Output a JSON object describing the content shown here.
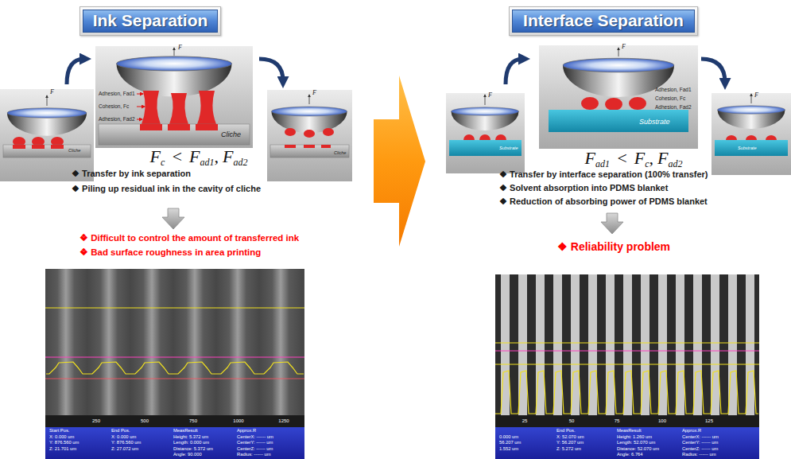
{
  "diagram": {
    "nodes": [
      {
        "text": [
          "Ink Separation"
        ]
      },
      {
        "text": [
          "Interface Separation"
        ]
      }
    ],
    "labels": [
      "F",
      "Cliche",
      "F",
      "Adhesion, Fad1",
      "Cohesion, Fc",
      "Adhesion, Fad2",
      "Cliche",
      "F",
      "Cliche",
      "F",
      "c",
      "<",
      "F",
      "ad1",
      ",",
      "F",
      "ad2",
      "❖ Transfer by ink separation",
      "❖ Piling up residual ink in the cavity of cliche",
      "❖ Difficult to control the amount of transferred ink",
      "❖ Bad surface roughness in area printing",
      "250",
      "500",
      "750",
      "1000",
      "1250",
      "Start Pos.",
      "X: 0.000 um",
      "Y: 876.560 um",
      "Z: 21.701 um",
      "End Pos.",
      "X: 0.000 um",
      "Y: 876.560 um",
      "Z: 27.072 um",
      "MeasResult",
      "Height: 5.372 um",
      "Length: 0.000 um",
      "Distance: 5.372 um",
      "Angle: 90.000",
      "Approx.R",
      "CenterX: ------ um",
      "CenterY: ------ um",
      "CenterZ: ------ um",
      "Radius: ------ um",
      "F",
      "Substrate",
      "F",
      "Adhesion, Fad1",
      "Cohesion, Fc",
      "Adhesion, Fad2",
      "Substrate",
      "F",
      "Substrate",
      "F",
      "ad1",
      "<",
      "F",
      "c",
      ",",
      "F",
      "ad2",
      "❖ Transfer by interface separation (100% transfer)",
      "❖ Solvent absorption into PDMS blanket",
      "❖ Reduction of absorbing power of PDMS blanket",
      "❖ Reliability problem",
      "25",
      "50",
      "75",
      "100",
      "125",
      "0.000 um",
      "56.207 um",
      "1.552 um",
      "End Pos.",
      "X: 52.070 um",
      "Y: 56.207 um",
      "Z: 5.272 um",
      "MeasResult",
      "Height: 1.260 um",
      "Length: 52.070 um",
      "Distance: 52.070 um",
      "Angle: 6.764",
      "Approx.R",
      "CenterX: ------ um",
      "CenterY: ------ um",
      "CenterZ: ------ um",
      "Radius: ------ um"
    ]
  }
}
